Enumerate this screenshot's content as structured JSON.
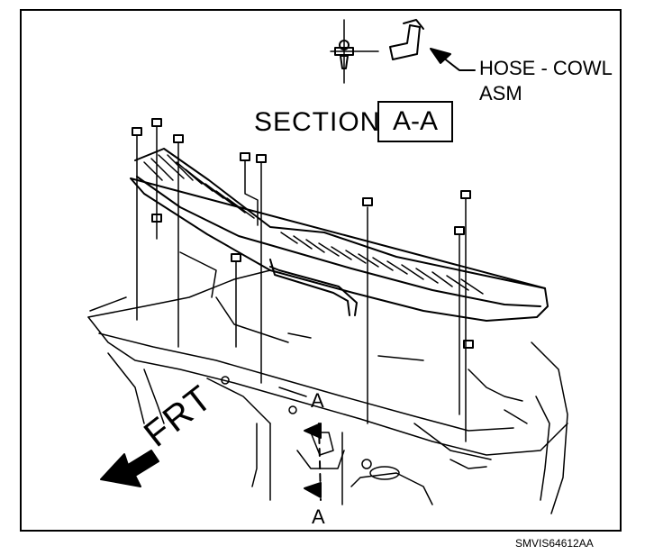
{
  "labels": {
    "hose_line1": "HOSE - COWL",
    "hose_line2": "ASM",
    "section_word": "SECTION",
    "section_id": "A-A",
    "section_marker_top": "A",
    "section_marker_bottom": "A",
    "front_direction": "FRT"
  },
  "figure_code": "SMVIS64612AA"
}
